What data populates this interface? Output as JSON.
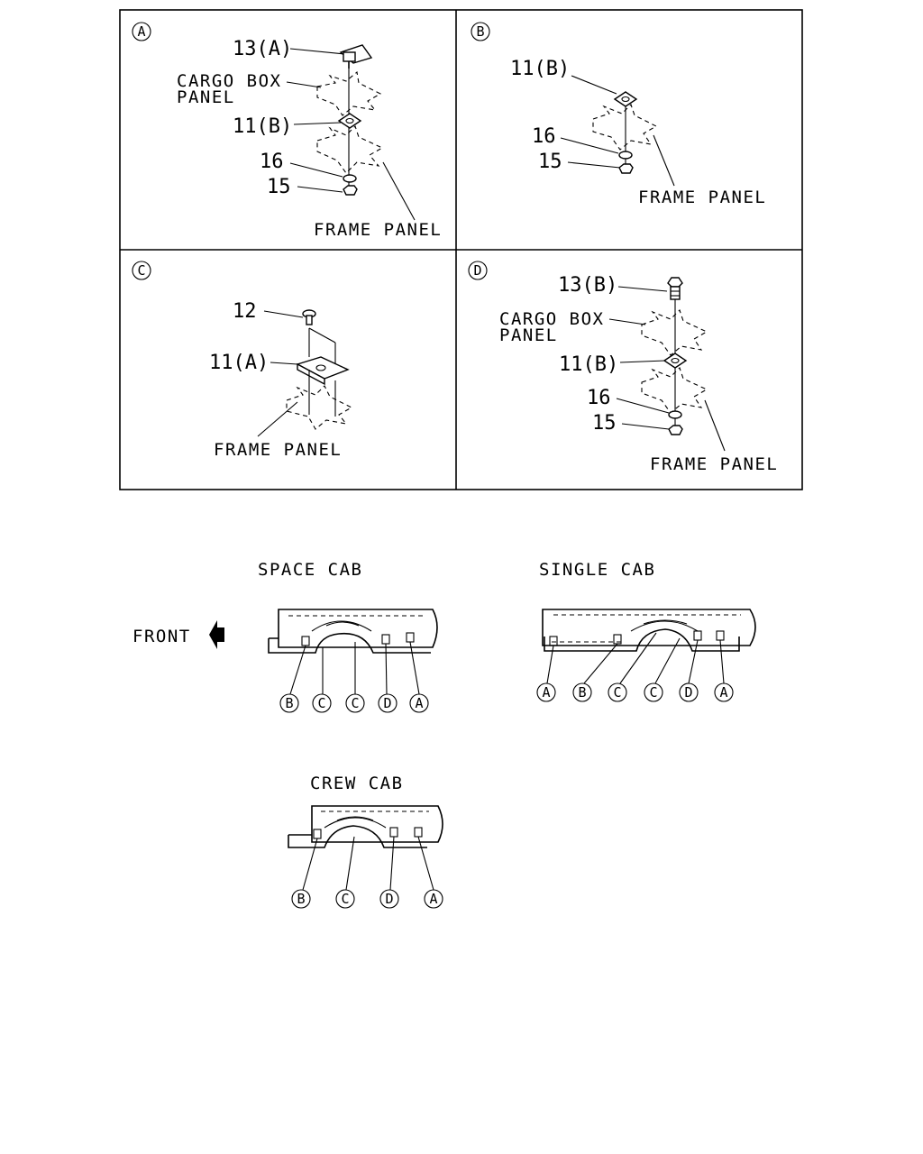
{
  "panels": {
    "a": {
      "marker": "A",
      "callout_13": "13(A)",
      "cargo_box_line1": "CARGO BOX",
      "cargo_box_line2": "PANEL",
      "callout_11": "11(B)",
      "callout_16": "16",
      "callout_15": "15",
      "frame_panel": "FRAME PANEL"
    },
    "b": {
      "marker": "B",
      "callout_11": "11(B)",
      "callout_16": "16",
      "callout_15": "15",
      "frame_panel": "FRAME PANEL"
    },
    "c": {
      "marker": "C",
      "callout_12": "12",
      "callout_11": "11(A)",
      "frame_panel": "FRAME PANEL"
    },
    "d": {
      "marker": "D",
      "callout_13": "13(B)",
      "cargo_box_line1": "CARGO BOX",
      "cargo_box_line2": "PANEL",
      "callout_11": "11(B)",
      "callout_16": "16",
      "callout_15": "15",
      "frame_panel": "FRAME PANEL"
    }
  },
  "front_label": "FRONT",
  "views": {
    "space_cab": {
      "title": "SPACE CAB",
      "markers": [
        "B",
        "C",
        "C",
        "D",
        "A"
      ]
    },
    "single_cab": {
      "title": "SINGLE CAB",
      "markers": [
        "A",
        "B",
        "C",
        "C",
        "D",
        "A"
      ]
    },
    "crew_cab": {
      "title": "CREW CAB",
      "markers": [
        "B",
        "C",
        "D",
        "A"
      ]
    }
  }
}
